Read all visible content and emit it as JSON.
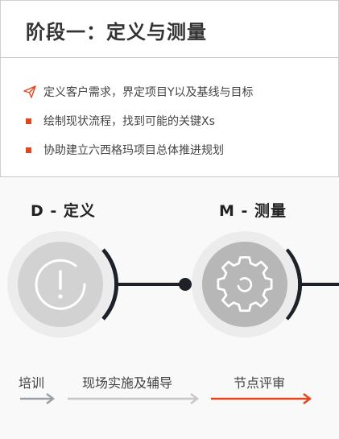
{
  "title": "阶段一：定义与测量",
  "bullets": [
    {
      "icon": "send-icon",
      "text": "定义客户需求，界定项目Y以及基线与目标"
    },
    {
      "icon": "square-bullet-icon",
      "text": "绘制现状流程，找到可能的关键Xs"
    },
    {
      "icon": "square-bullet-icon",
      "text": "协助建立六西格玛项目总体推进规划"
    }
  ],
  "phases": {
    "d_label": "D - 定义",
    "m_label": "M - 测量"
  },
  "steps": [
    {
      "label": "培训",
      "color": "#9aa0a6"
    },
    {
      "label": "现场实施及辅导",
      "color": "#c6c8cc"
    },
    {
      "label": "节点评审",
      "color": "#e2461d"
    }
  ],
  "colors": {
    "accent": "#e2461d",
    "dark": "#1d2128"
  }
}
